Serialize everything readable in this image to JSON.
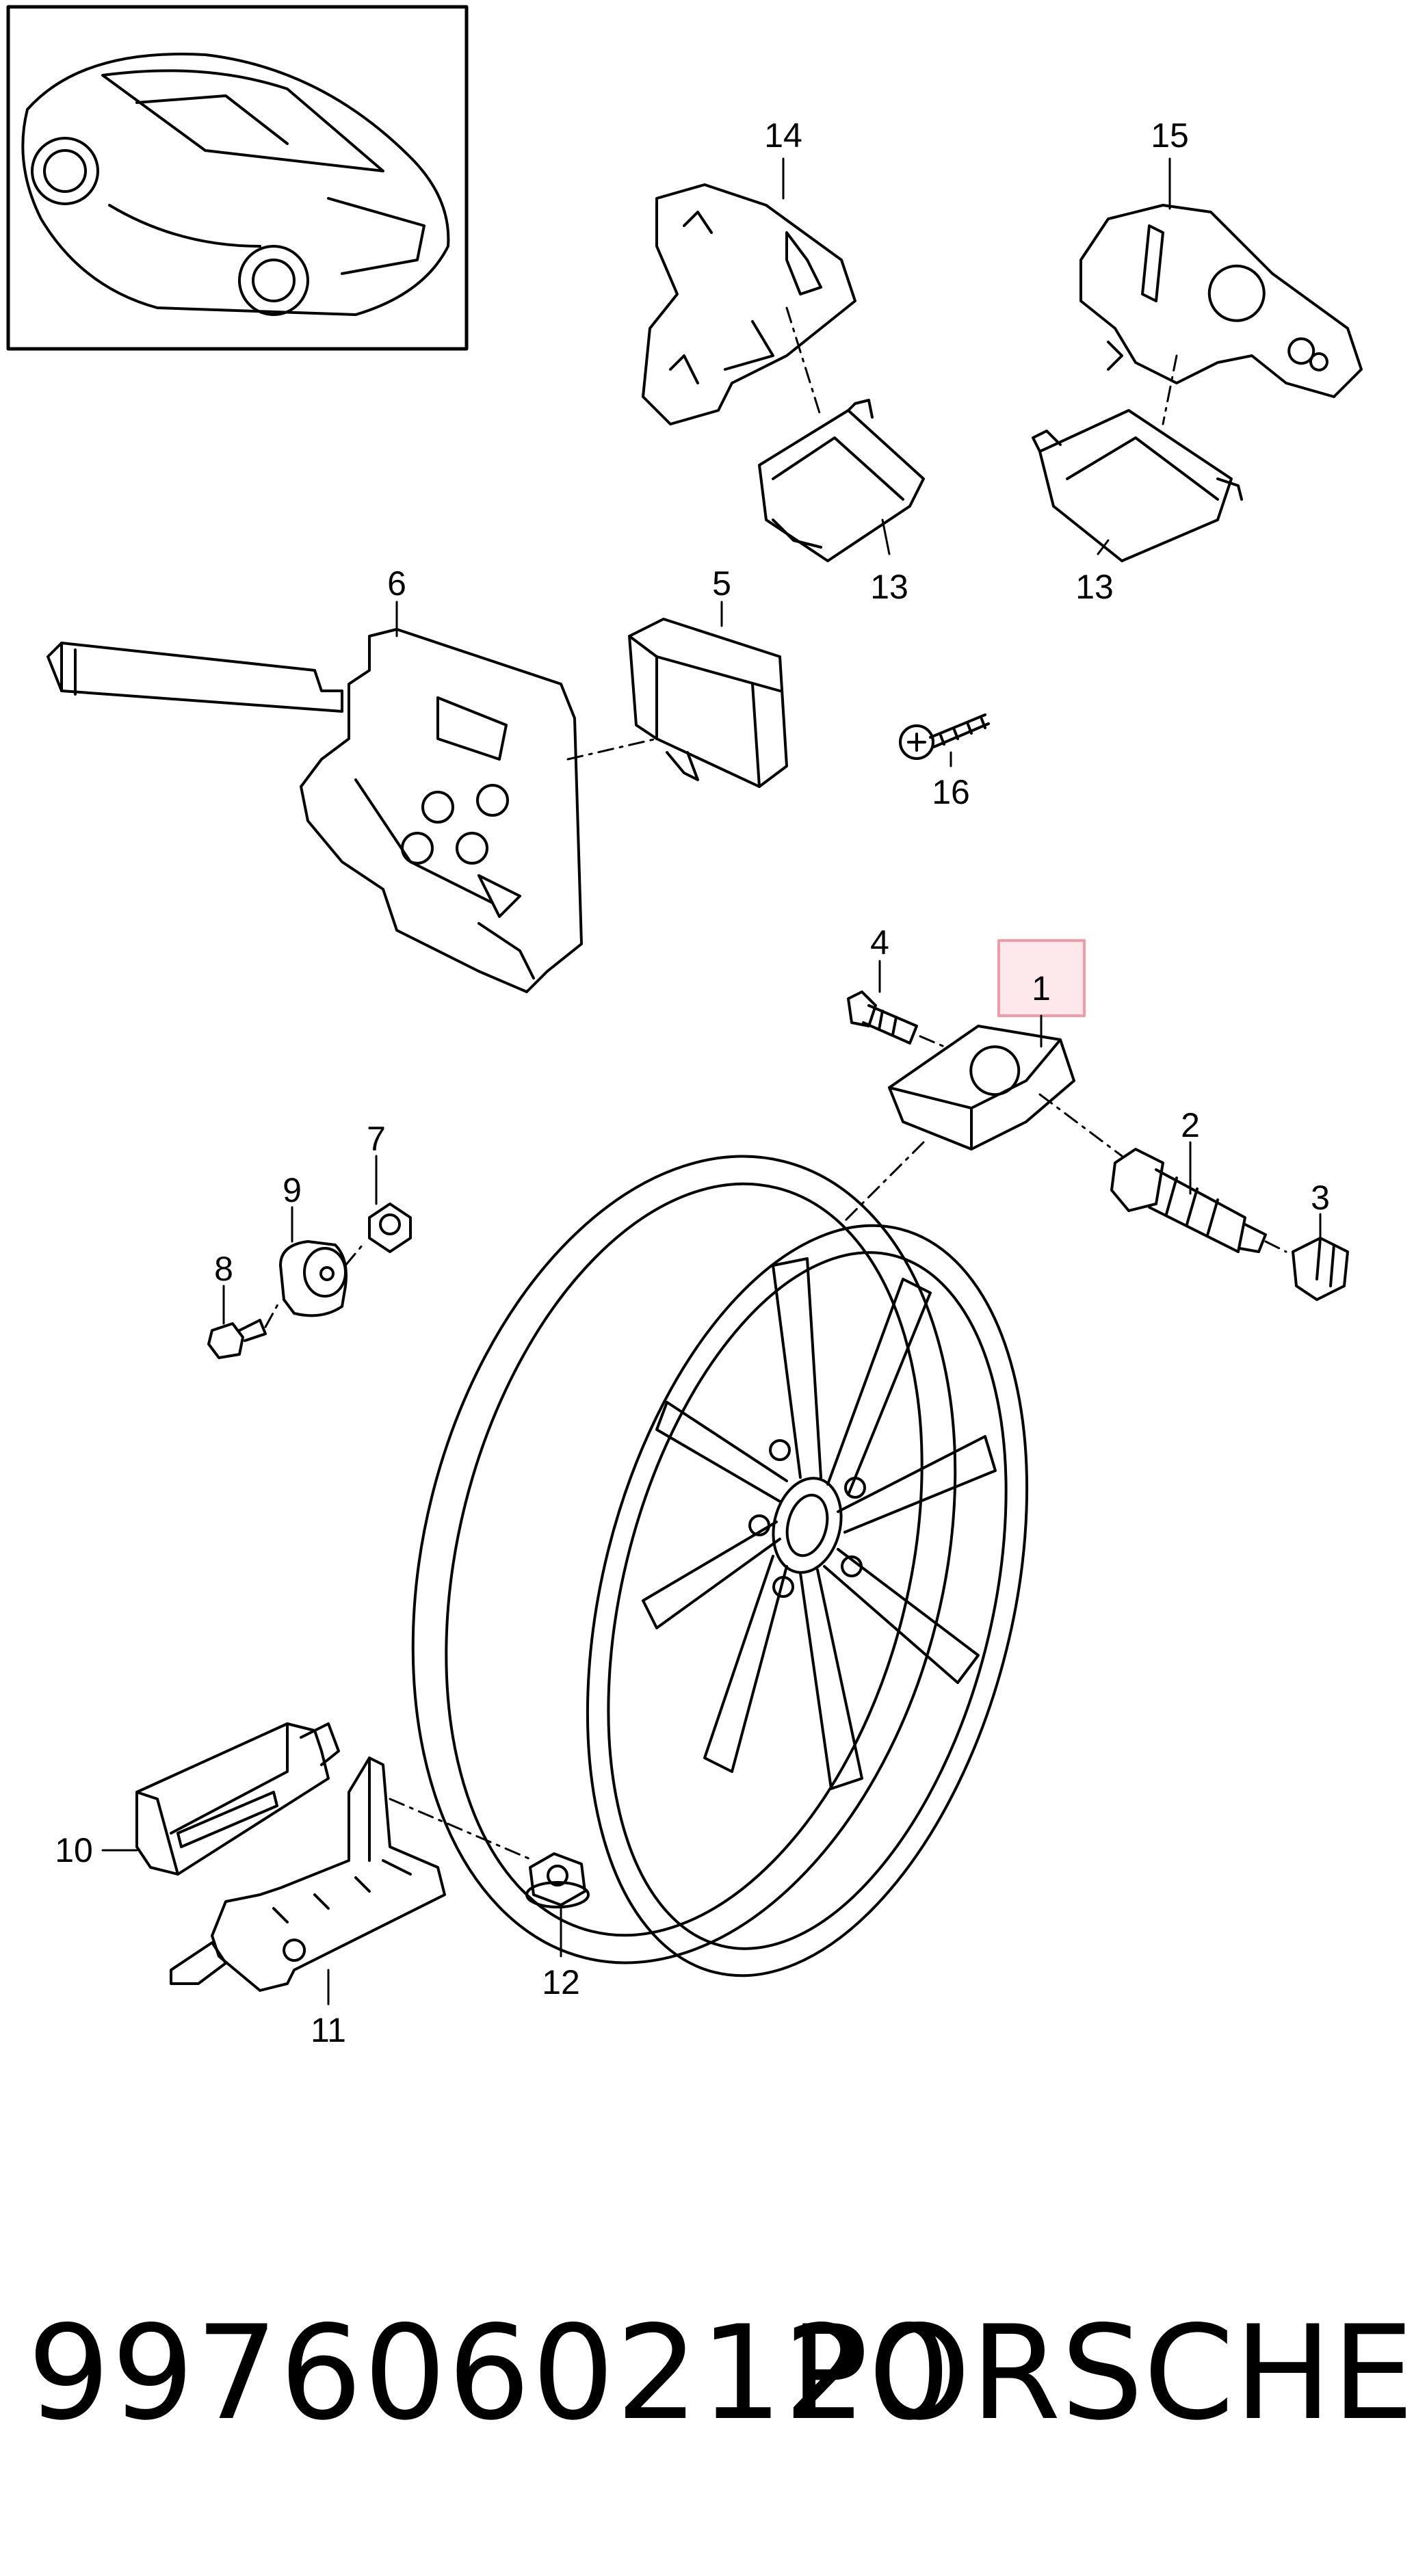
{
  "callouts": {
    "c1": "1",
    "c2": "2",
    "c3": "3",
    "c4": "4",
    "c5": "5",
    "c6": "6",
    "c7": "7",
    "c8": "8",
    "c9": "9",
    "c10": "10",
    "c11": "11",
    "c12": "12",
    "c13a": "13",
    "c13b": "13",
    "c14": "14",
    "c15": "15",
    "c16": "16"
  },
  "footer": {
    "part_number": "99760602120",
    "brand": "PORSCHE"
  },
  "highlight": {
    "callout": "1",
    "color": "#f4a0a8"
  }
}
